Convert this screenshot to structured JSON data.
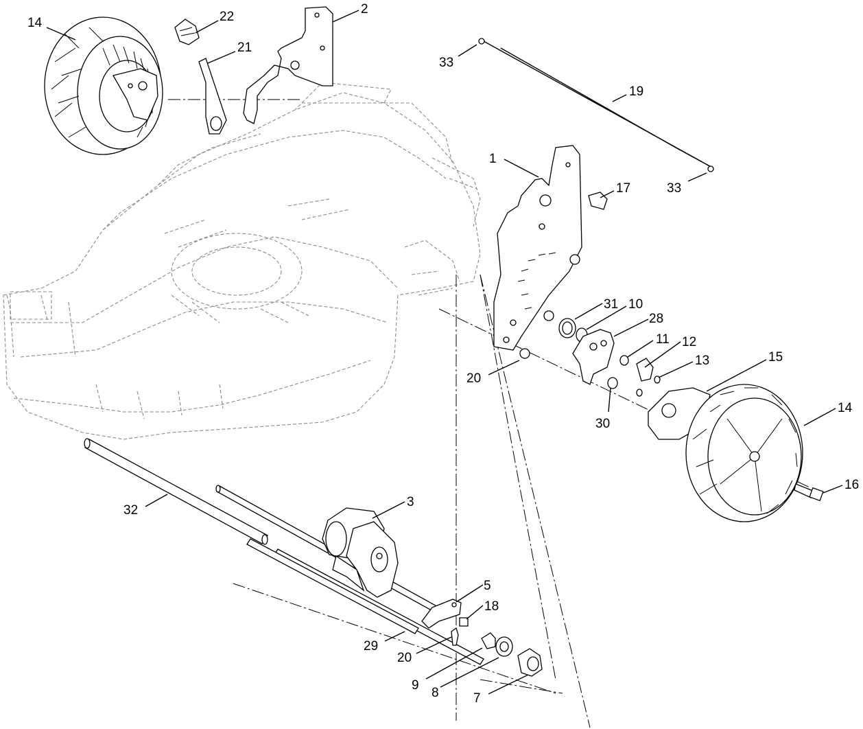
{
  "callouts": {
    "c14a": "14",
    "c22": "22",
    "c21": "21",
    "c2": "2",
    "c33a": "33",
    "c19": "19",
    "c1": "1",
    "c17": "17",
    "c33b": "33",
    "c31": "31",
    "c10": "10",
    "c28": "28",
    "c11": "11",
    "c12": "12",
    "c13": "13",
    "c15": "15",
    "c20a": "20",
    "c30": "30",
    "c14b": "14",
    "c16": "16",
    "c32": "32",
    "c3": "3",
    "c5": "5",
    "c18": "18",
    "c29": "29",
    "c20b": "20",
    "c9": "9",
    "c8": "8",
    "c7": "7"
  },
  "icons": {
    "wheel": "wheel-icon",
    "motor": "motor-icon",
    "bracket": "bracket-icon",
    "axle": "axle-icon"
  }
}
